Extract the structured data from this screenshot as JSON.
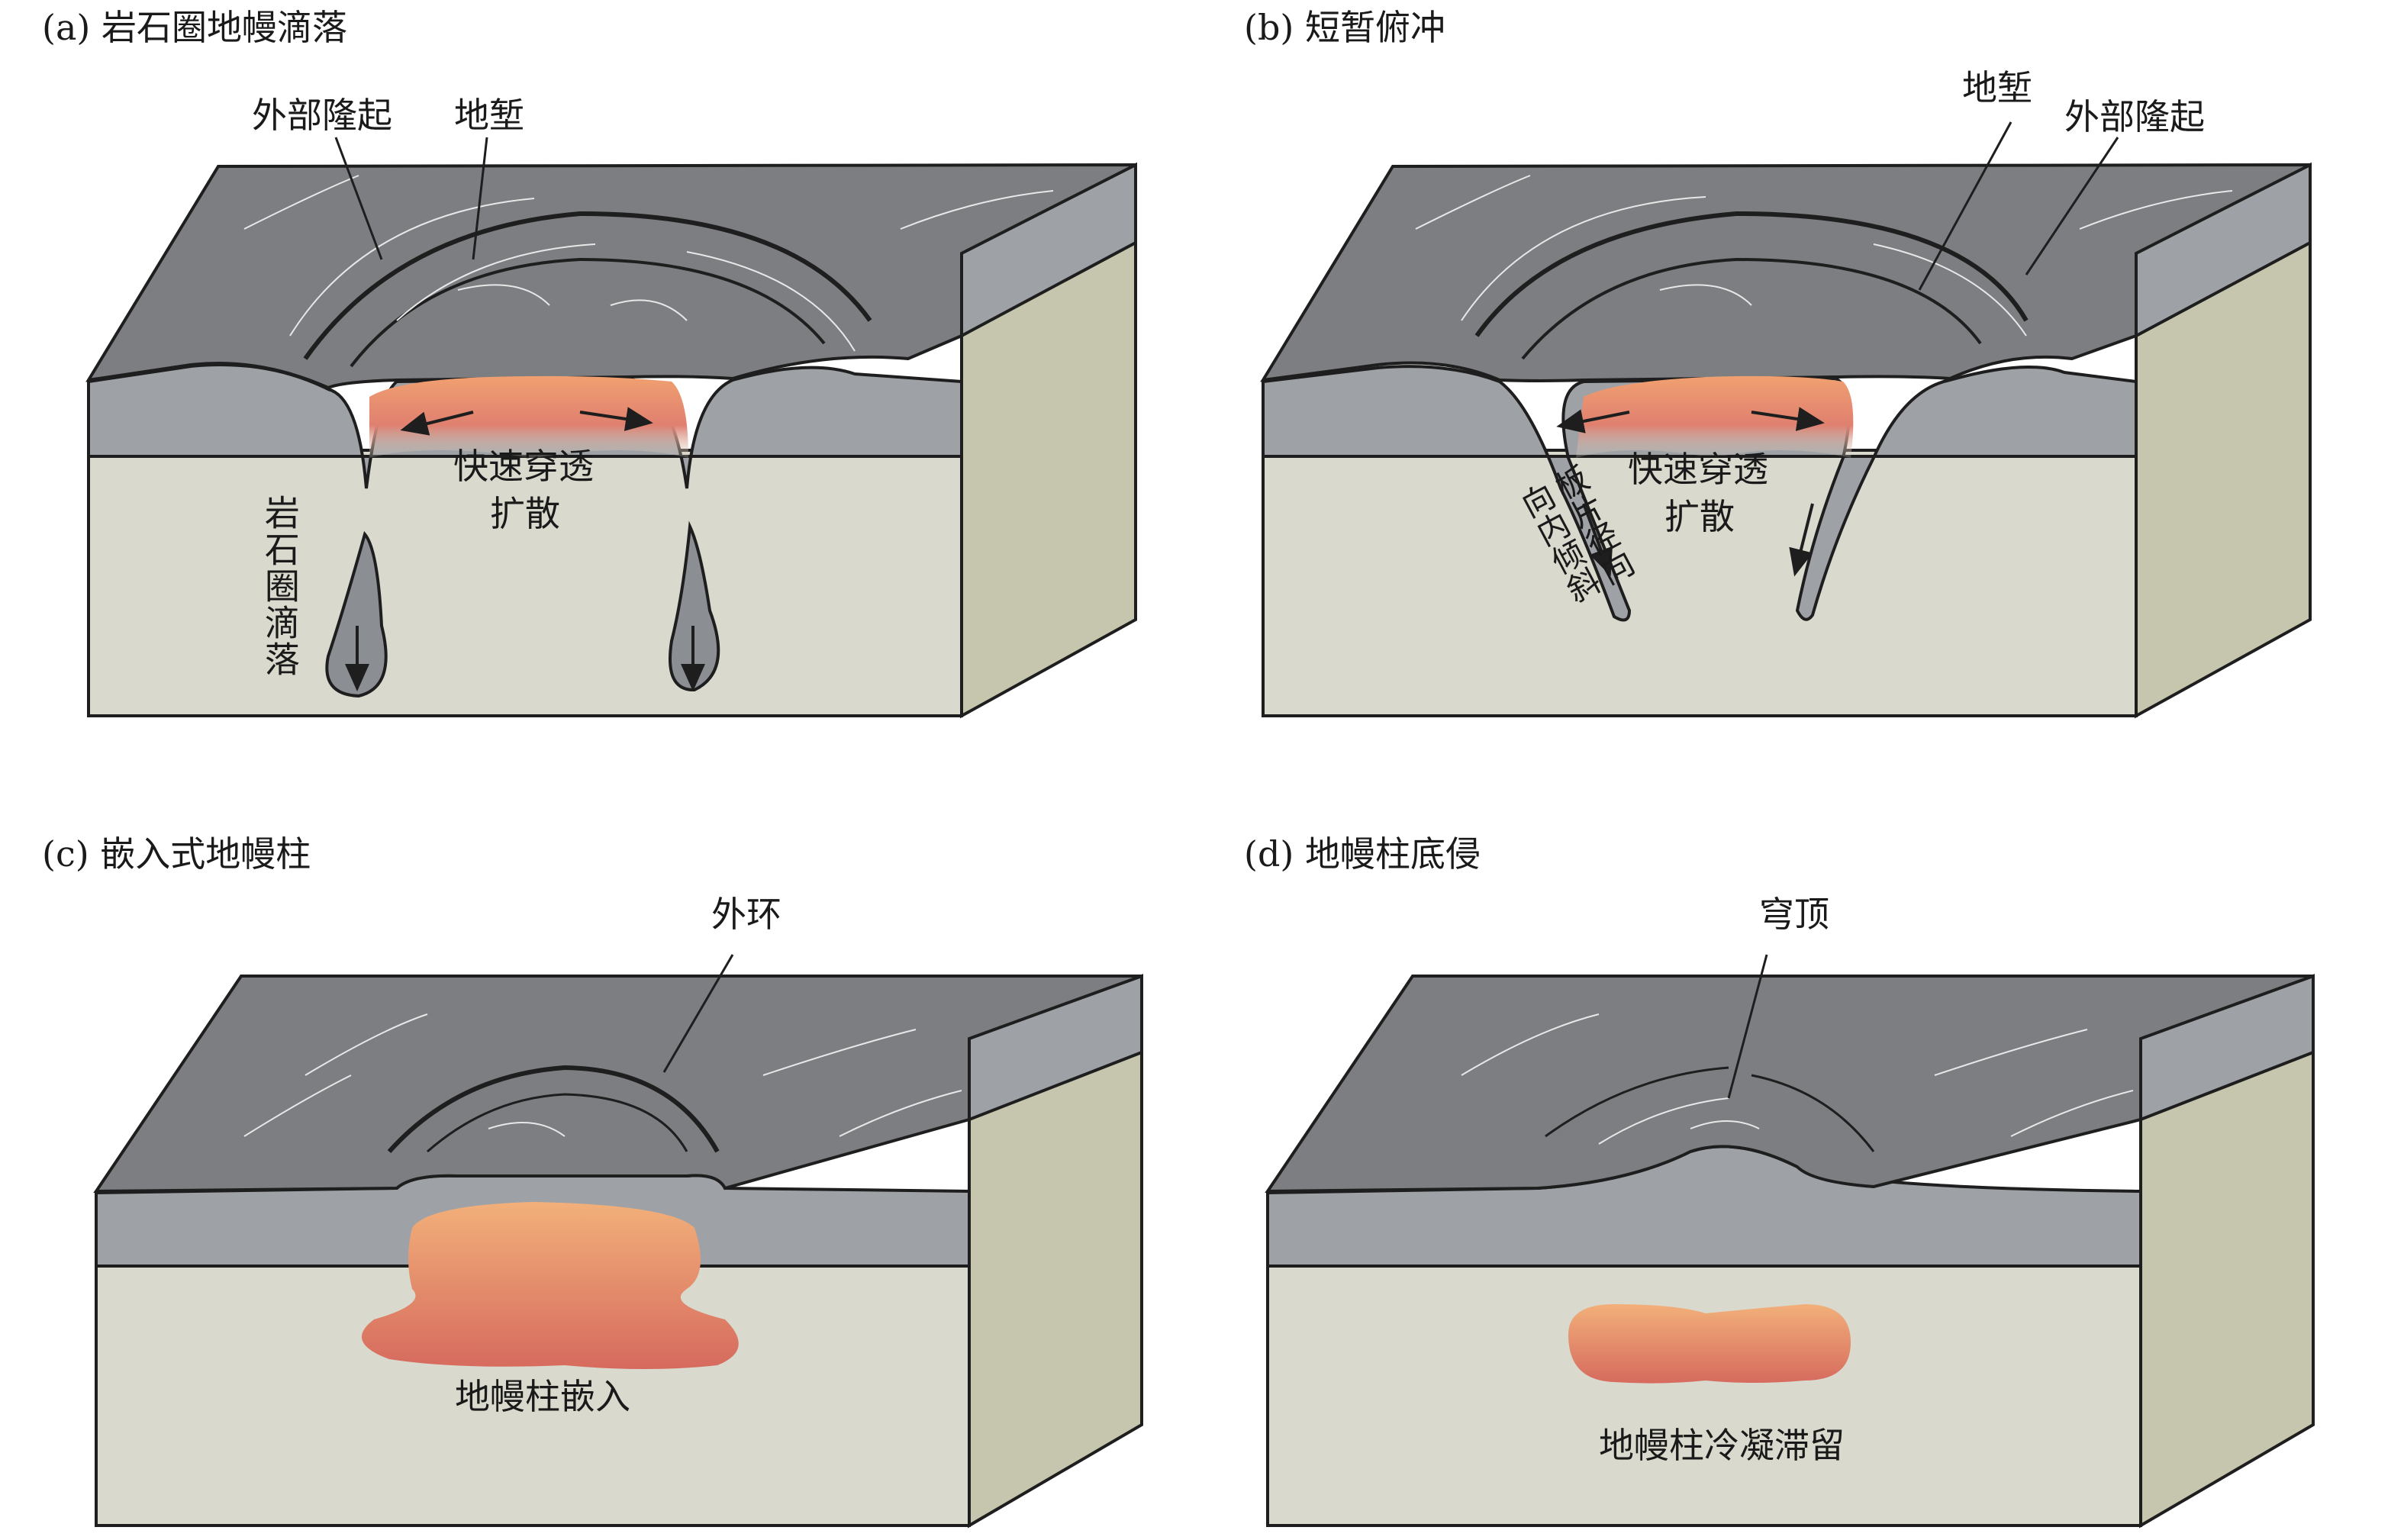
{
  "panels": [
    {
      "title": "(a) 岩石圈地幔滴落",
      "labels": {
        "outer_bulge": "外部隆起",
        "graben": "地堑",
        "fast_penetration": "快速穿透",
        "spreading": "扩散",
        "lithospheric_drip": "岩石圈滴落"
      }
    },
    {
      "title": "(b) 短暂俯冲",
      "labels": {
        "graben": "地堑",
        "outer_bulge": "外部隆起",
        "fast_penetration": "快速穿透",
        "spreading": "扩散",
        "slab_dip_line1": "板片径向",
        "slab_dip_line2": "向内倾斜"
      }
    },
    {
      "title": "(c) 嵌入式地幔柱",
      "labels": {
        "outer_ring": "外环",
        "plume_emplacement": "地幔柱嵌入"
      }
    },
    {
      "title": "(d) 地幔柱底侵",
      "labels": {
        "dome": "穹顶",
        "plume_stagnation": "地幔柱冷凝滞留"
      }
    }
  ],
  "colors": {
    "surface": "#7b7d80",
    "crust": "#9a9ea3",
    "mantle_front": "#d8d8cc",
    "mantle_side": "#c2c2ac",
    "plume_top": "#f0a870",
    "plume_bottom": "#d46a5e",
    "outline": "#1e1e1e"
  }
}
